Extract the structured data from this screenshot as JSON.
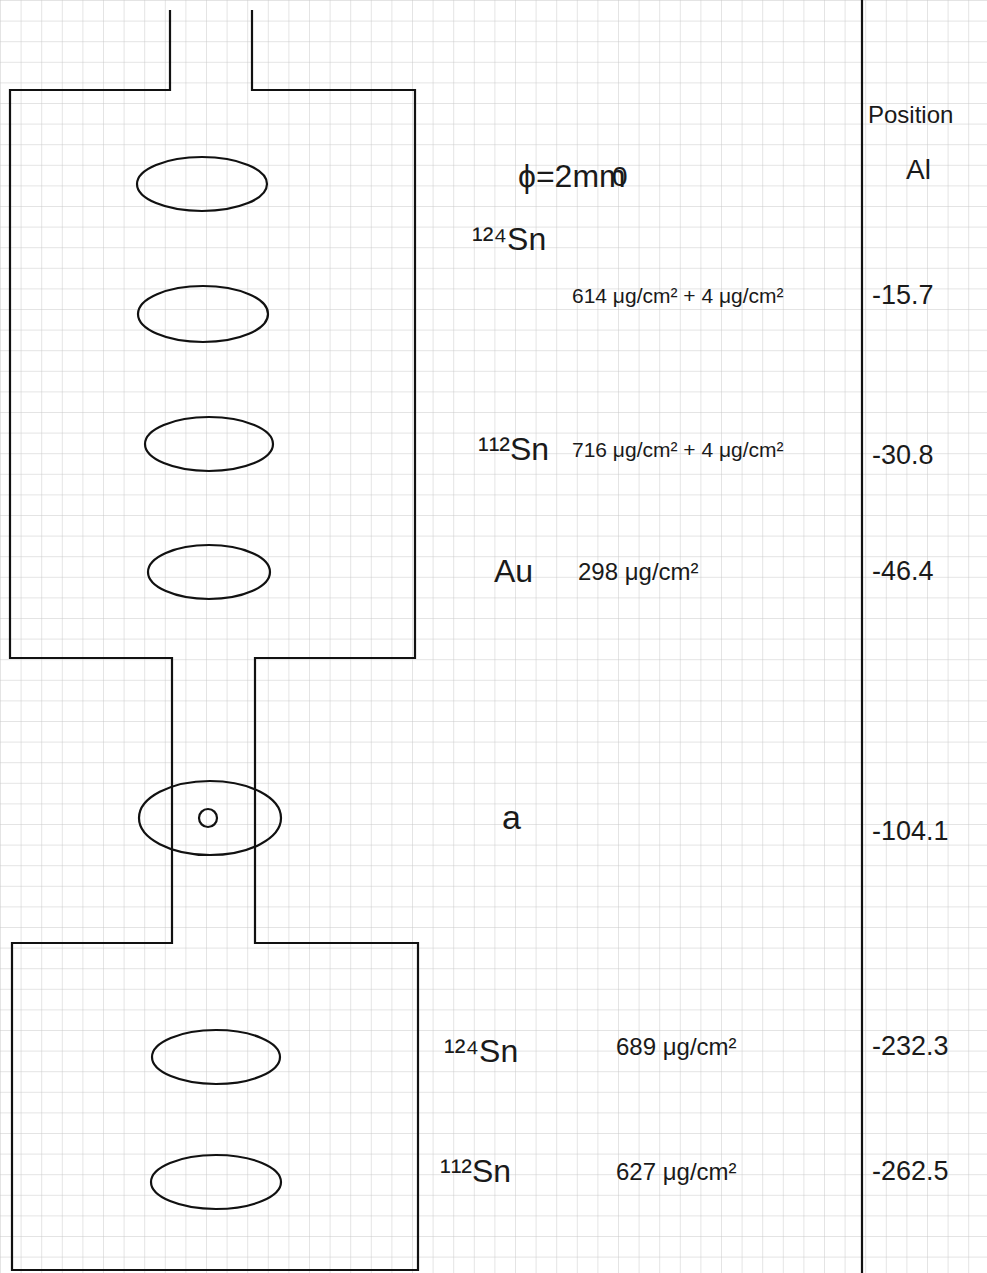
{
  "diagram": {
    "labels": [
      "Position",
      "Al",
      "ϕ=2mm",
      "0",
      "¹²⁴Sn",
      "614 μg/cm² + 4 μg/cm²",
      "-15.7",
      "¹¹²Sn",
      "716 μg/cm² + 4 μg/cm²",
      "-30.8",
      "Au",
      "298 μg/cm²",
      "-46.4",
      "a",
      "-104.1",
      "¹²⁴Sn",
      "689 μg/cm²",
      "-232.3",
      "¹¹²Sn",
      "627 μg/cm²",
      "-262.5"
    ]
  }
}
